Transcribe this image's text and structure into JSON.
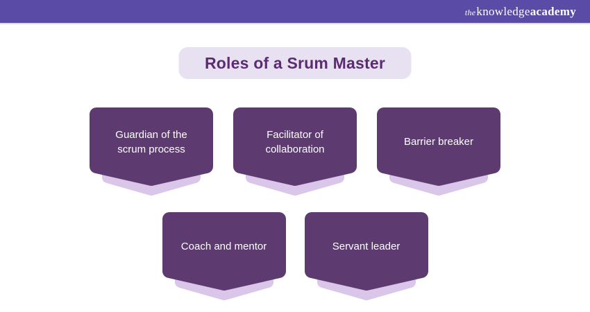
{
  "header": {
    "logo_the": "the",
    "logo_knowledge": "knowledge",
    "logo_academy": "academy"
  },
  "title": {
    "text": "Roles of a Srum Master"
  },
  "cards": [
    {
      "label": "Guardian of the scrum process"
    },
    {
      "label": "Facilitator of collaboration"
    },
    {
      "label": "Barrier breaker"
    },
    {
      "label": "Coach and mentor"
    },
    {
      "label": "Servant leader"
    }
  ],
  "colors": {
    "header_background": "#5A4BA6",
    "header_divider": "#DED9F0",
    "card_background": "#5D3A70",
    "card_shadow": "#D9C6E9",
    "title_pill_background": "#E8E1F1",
    "title_text": "#5B2C72",
    "card_text": "#FFFFFF",
    "logo_text": "#FFFFFF",
    "page_background": "#FFFFFF"
  }
}
